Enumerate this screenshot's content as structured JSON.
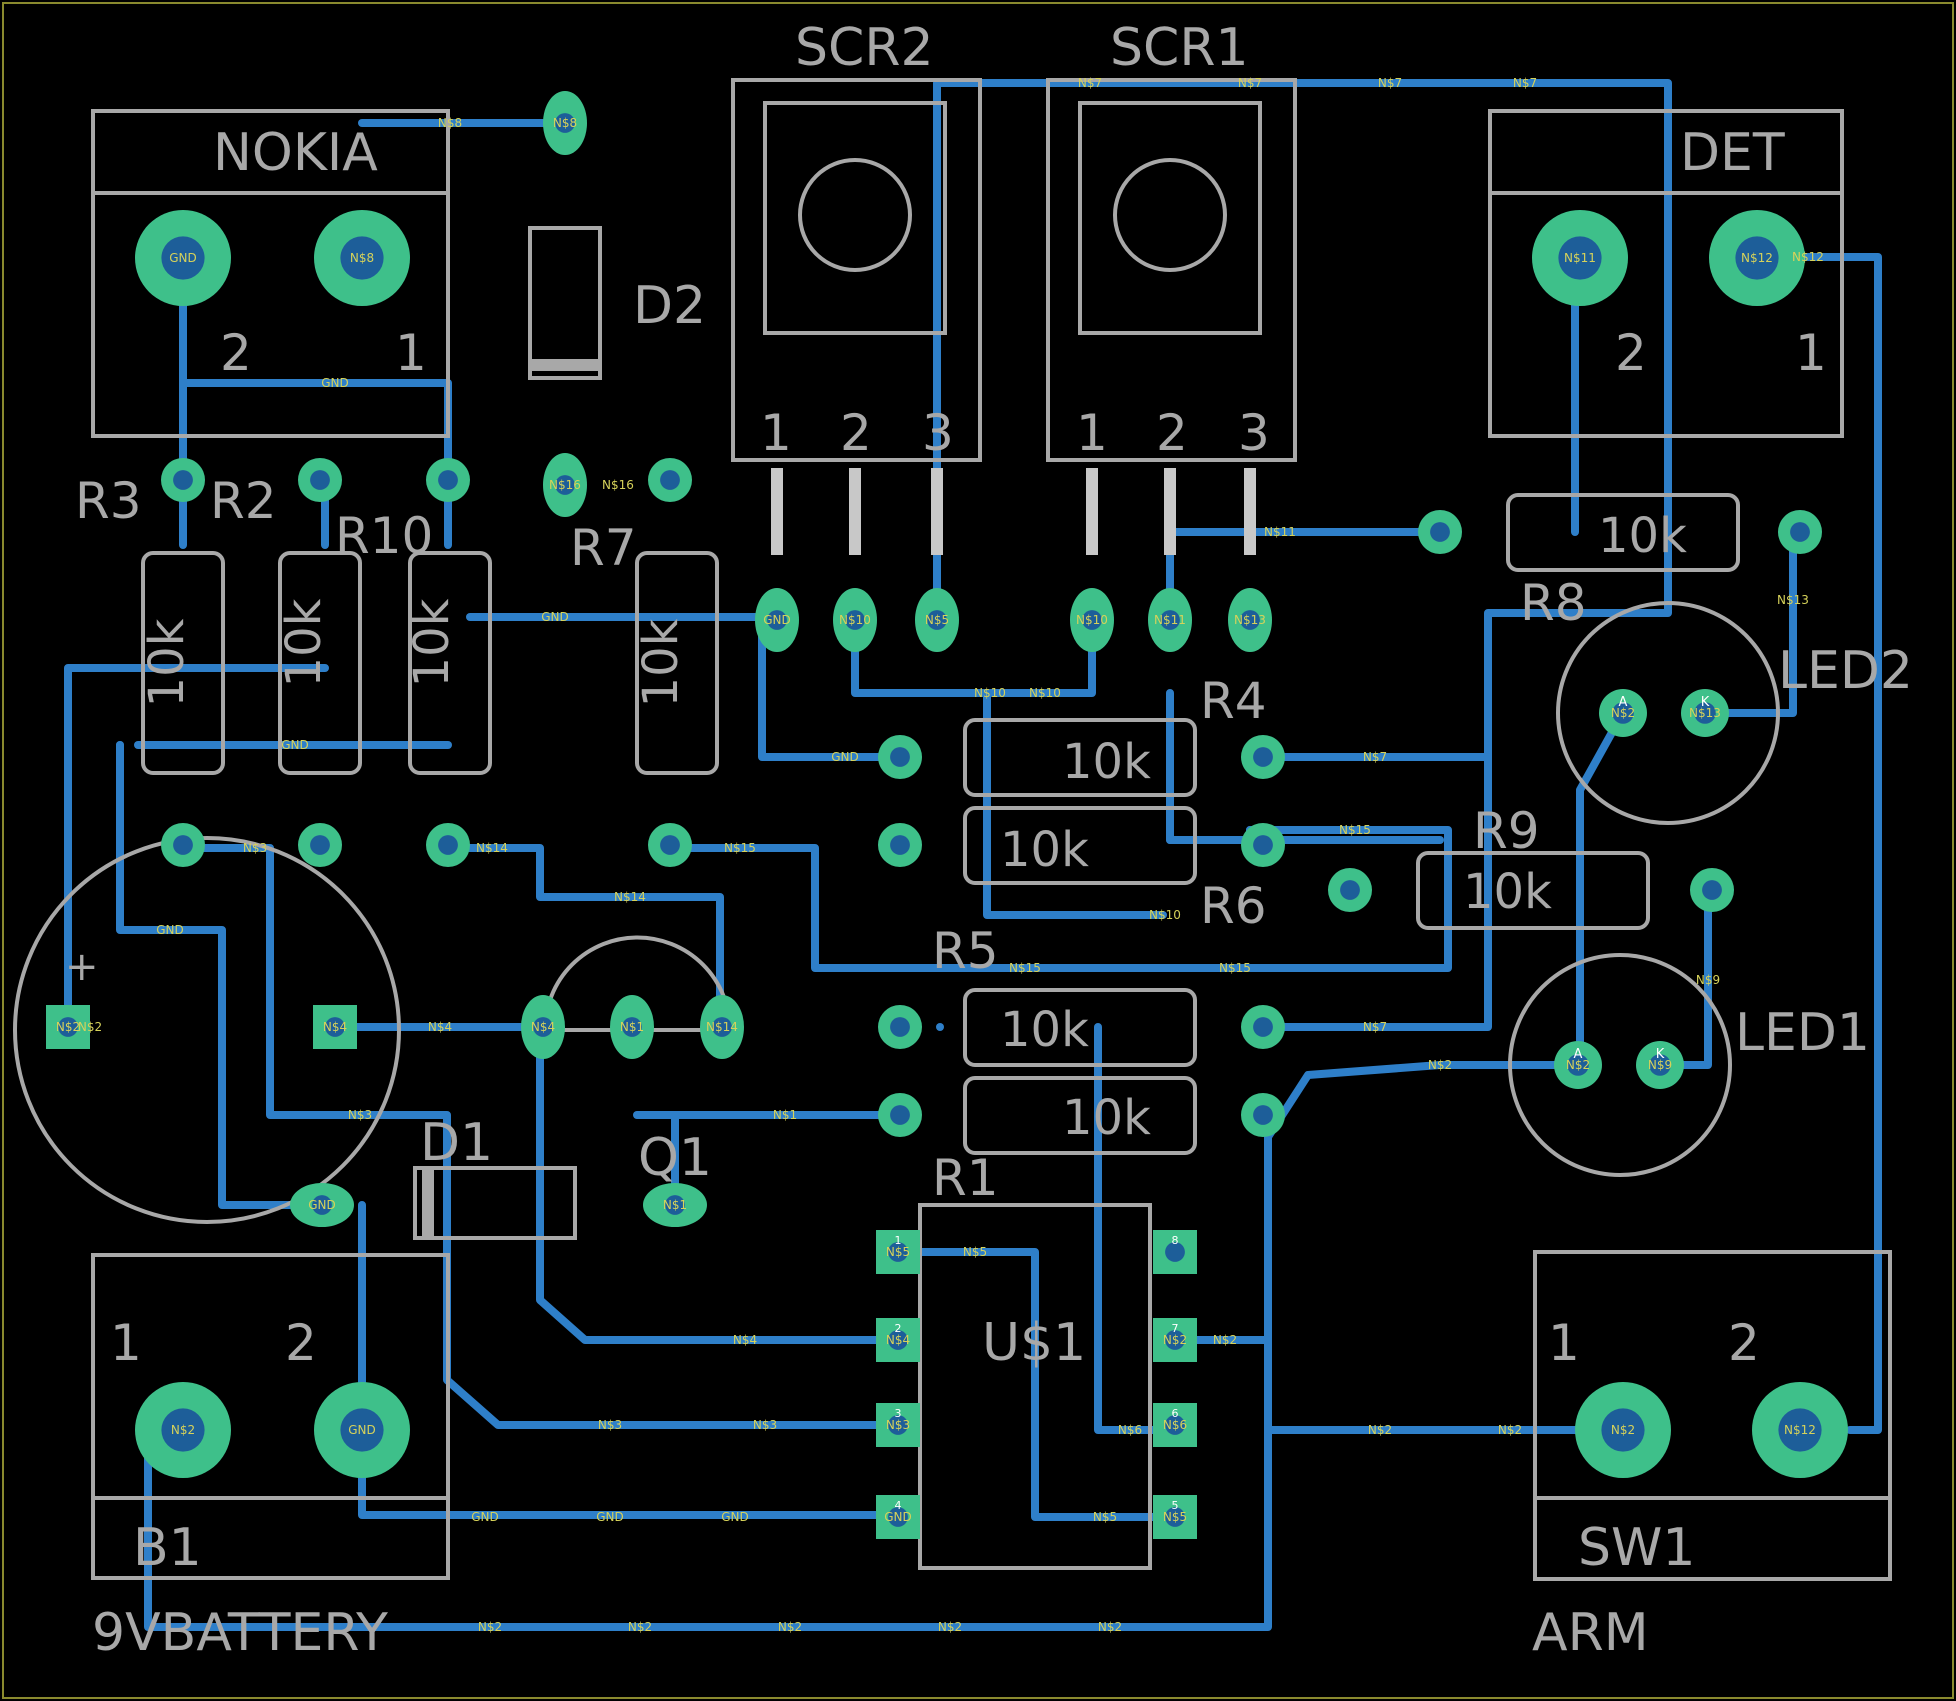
{
  "colors": {
    "background": "#000000",
    "silk": "#a8a8a8",
    "trace": "#2e7fc9",
    "pad": "#3ec08a",
    "net_label": "#d6d25a",
    "drill": "#1d5e99",
    "board_edge": "#8a8a2e"
  },
  "parts": {
    "nokia": {
      "name": "NOKIA",
      "pin1": "1",
      "pin2": "2",
      "pad1_net": "N$8",
      "pad2_net": "GND"
    },
    "det": {
      "name": "DET",
      "pin1": "1",
      "pin2": "2",
      "pad1_net": "N$12",
      "pad2_net": "N$11"
    },
    "battery": {
      "name": "B1",
      "value": "9VBATTERY",
      "pin1": "1",
      "pin2": "2",
      "pad1_net": "N$2",
      "pad2_net": "GND"
    },
    "sw1": {
      "name": "SW1",
      "value": "ARM",
      "pin1": "1",
      "pin2": "2",
      "pad1_net": "N$2",
      "pad2_net": "N$12"
    },
    "scr2": {
      "name": "SCR2",
      "pin1": "1",
      "pin2": "2",
      "pin3": "3",
      "pad1_net": "GND",
      "pad2_net": "N$10",
      "pad3_net": "N$5"
    },
    "scr1": {
      "name": "SCR1",
      "pin1": "1",
      "pin2": "2",
      "pin3": "3",
      "pad1_net": "N$10",
      "pad2_net": "N$11",
      "pad3_net": "N$13"
    },
    "d2": {
      "name": "D2",
      "pad_a_net": "N$8",
      "pad_k_net": "N$16"
    },
    "d1": {
      "name": "D1",
      "pad_a_net": "GND",
      "pad_k_net": "N$1"
    },
    "q1": {
      "name": "Q1",
      "pad1_net": "N$4",
      "pad2_net": "N$1",
      "pad3_net": "N$14"
    },
    "us1": {
      "name": "U$1",
      "pins": [
        "1",
        "2",
        "3",
        "4",
        "5",
        "6",
        "7",
        "8"
      ],
      "pad_nets": [
        "N$5",
        "N$4",
        "N$3",
        "GND",
        "N$5",
        "N$6",
        "N$2",
        ""
      ]
    },
    "c1": {
      "plus": "+",
      "pad1_net": "N$2",
      "pad2_net": "N$4"
    },
    "led1": {
      "name": "LED1",
      "pad_a": "A",
      "pad_k": "K",
      "pad_a_net": "N$2",
      "pad_k_net": "N$9"
    },
    "led2": {
      "name": "LED2",
      "pad_a": "A",
      "pad_k": "K",
      "pad_a_net": "N$2",
      "pad_k_net": "N$13"
    },
    "r1": {
      "name": "R1",
      "value": "10k"
    },
    "r2": {
      "name": "R2",
      "value": "10k"
    },
    "r3": {
      "name": "R3",
      "value": "10k"
    },
    "r4": {
      "name": "R4",
      "value": "10k"
    },
    "r5": {
      "name": "R5",
      "value": "10k"
    },
    "r6": {
      "name": "R6",
      "value": "10k"
    },
    "r7": {
      "name": "R7",
      "value": "10k"
    },
    "r8": {
      "name": "R8",
      "value": "10k"
    },
    "r9": {
      "name": "R9",
      "value": "10k"
    },
    "r10": {
      "name": "R10",
      "value": "10k"
    }
  },
  "net_labels": {
    "gnd": "GND",
    "n1": "N$1",
    "n2": "N$2",
    "n3": "N$3",
    "n4": "N$4",
    "n5": "N$5",
    "n6": "N$6",
    "n7": "N$7",
    "n8": "N$8",
    "n9": "N$9",
    "n10": "N$10",
    "n11": "N$11",
    "n12": "N$12",
    "n13": "N$13",
    "n14": "N$14",
    "n15": "N$15",
    "n16": "N$16"
  }
}
